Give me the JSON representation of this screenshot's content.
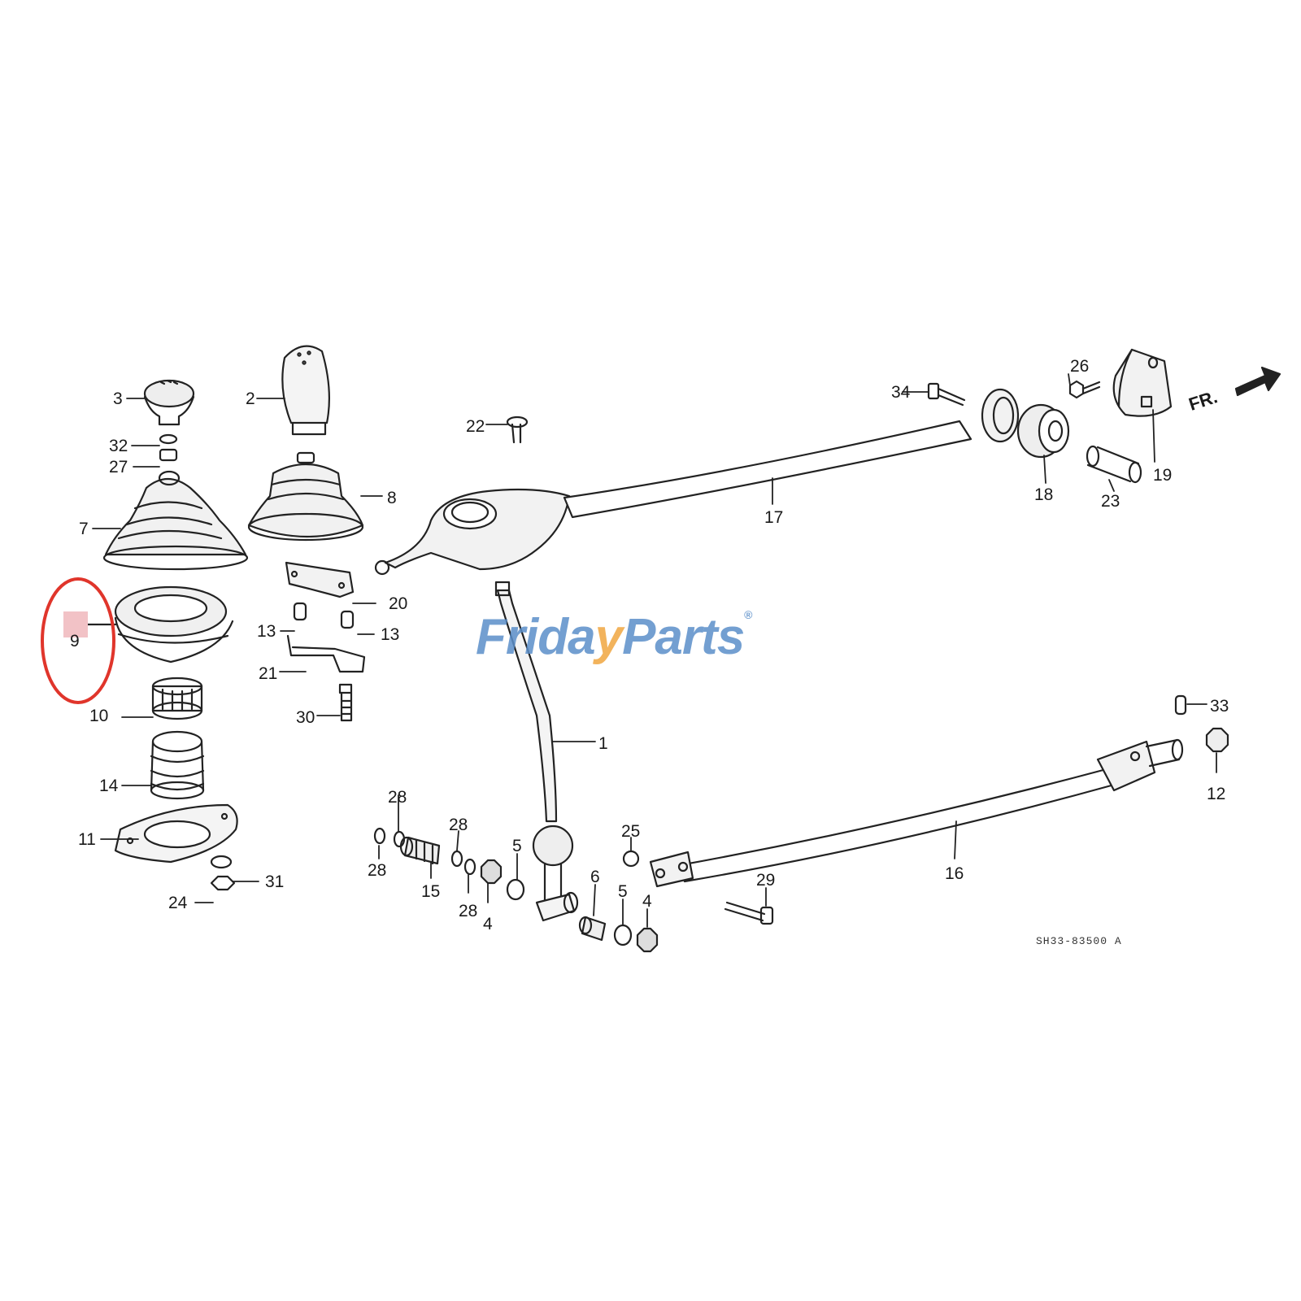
{
  "labels": {
    "p1": "1",
    "p2": "2",
    "p3": "3",
    "p4a": "4",
    "p4b": "4",
    "p5a": "5",
    "p5b": "5",
    "p6": "6",
    "p7": "7",
    "p8": "8",
    "p9": "9",
    "p10": "10",
    "p11": "11",
    "p12": "12",
    "p13a": "13",
    "p13b": "13",
    "p14": "14",
    "p15": "15",
    "p16": "16",
    "p17": "17",
    "p18": "18",
    "p19": "19",
    "p20": "20",
    "p21": "21",
    "p22": "22",
    "p23": "23",
    "p24": "24",
    "p25": "25",
    "p26": "26",
    "p27": "27",
    "p28a": "28",
    "p28b": "28",
    "p28c": "28",
    "p28d": "28",
    "p29": "29",
    "p30": "30",
    "p31": "31",
    "p32": "32",
    "p33": "33",
    "p34": "34"
  },
  "front_indicator": "FR.",
  "diagram_code": "SH33-83500  A",
  "watermark": {
    "part1": "Frida",
    "part2": "y",
    "part3": "Parts",
    "mark": "®"
  },
  "highlight": {
    "part_number": "9",
    "circle_color": "#e0352b",
    "fill_color": "#f2c2c6"
  }
}
